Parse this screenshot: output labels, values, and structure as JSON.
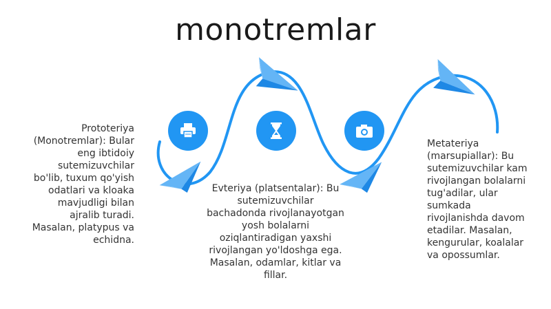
{
  "title": "monotremlar",
  "colors": {
    "accent": "#2196f3",
    "plane_light": "#64b5f6",
    "plane_dark": "#1e88e5"
  },
  "steps": [
    {
      "icon": "printer-icon",
      "text": "Prototeriya (Monotremlar): Bular eng ibtidoiy sutemizuvchilar bo'lib, tuxum qo'yish odatlari va kloaka mavjudligi bilan ajralib turadi. Masalan, platypus va echidna."
    },
    {
      "icon": "hourglass-icon",
      "text": "Evteriya (platsentalar): Bu sutemizuvchilar bachadonda rivojlanayotgan yosh bolalarni oziqlantiradigan yaxshi rivojlangan yo'ldoshga ega. Masalan, odamlar, kitlar va fillar."
    },
    {
      "icon": "camera-icon",
      "text": "Metateriya (marsupiallar): Bu sutemizuvchilar kam rivojlangan bolalarni tug'adilar, ular sumkada rivojlanishda davom etadilar. Masalan, kengurular, koalalar va opossumlar."
    }
  ]
}
